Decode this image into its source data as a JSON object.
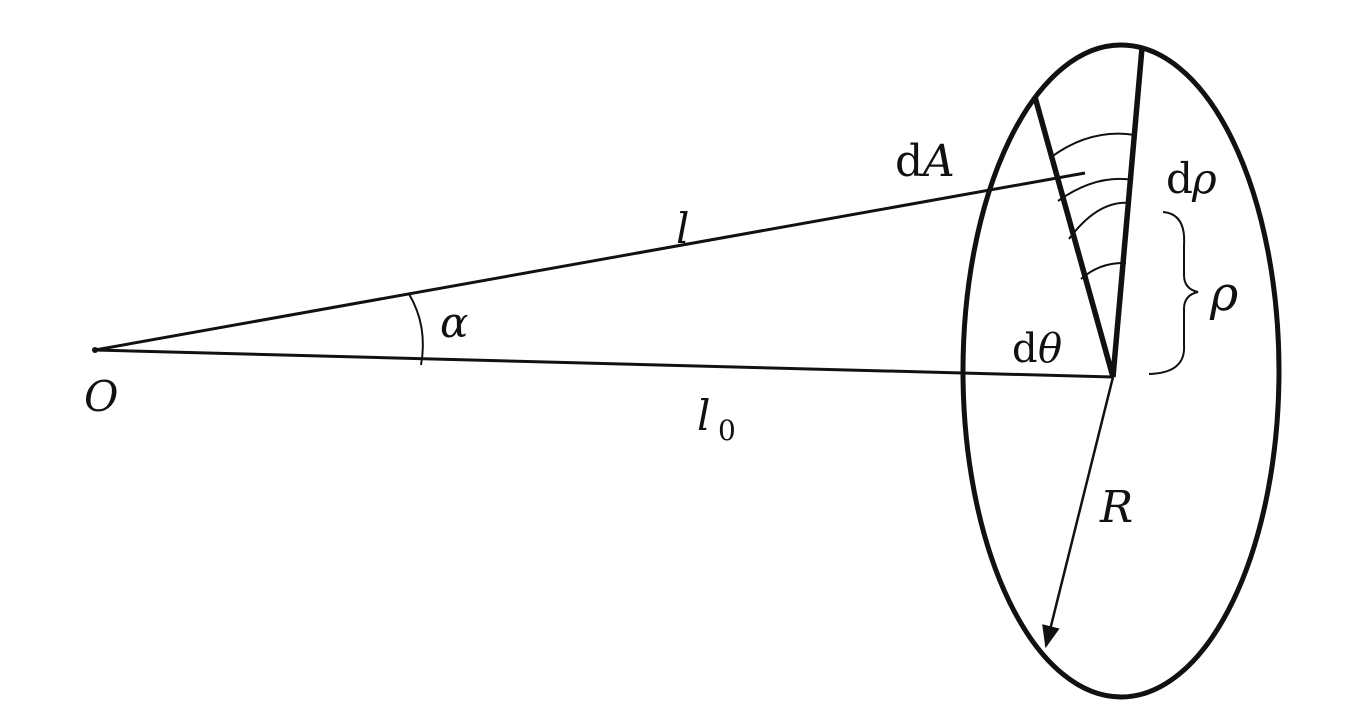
{
  "labels": {
    "origin": "O",
    "alpha": "α",
    "l": "l",
    "l0_main": "l",
    "l0_sub": "0",
    "dA_d": "d",
    "dA_A": "A",
    "drho_d": "d",
    "drho_rho": "ρ",
    "rho": "ρ",
    "dtheta_d": "d",
    "dtheta_theta": "θ",
    "R": "R"
  },
  "colors": {
    "ink": "#111111",
    "background": "#ffffff"
  }
}
